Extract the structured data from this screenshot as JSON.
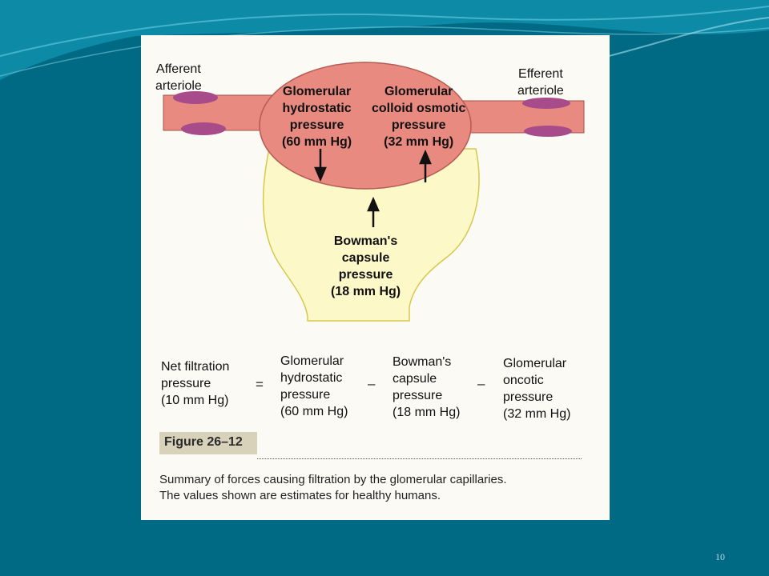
{
  "theme": {
    "background": "#006a85",
    "vessel_fill": "#e88a80",
    "capsule_fill": "#fcf8c8",
    "capsule_stroke": "#d7c84a"
  },
  "diagram": {
    "afferent_label": "Afferent\narteriole",
    "efferent_label": "Efferent\narteriole",
    "hydrostatic_label": "Glomerular\nhydrostatic\npressure\n(60 mm Hg)",
    "colloid_label": "Glomerular\ncolloid osmotic\npressure\n(32 mm Hg)",
    "bowman_label": "Bowman's\ncapsule\npressure\n(18 mm Hg)"
  },
  "equation": {
    "net": "Net filtration\npressure\n(10 mm Hg)",
    "equals": "=",
    "term1": "Glomerular\nhydrostatic\npressure\n(60 mm Hg)",
    "minus1": "–",
    "term2": "Bowman's\ncapsule\npressure\n(18 mm Hg)",
    "minus2": "–",
    "term3": "Glomerular\noncotic\npressure\n(32 mm Hg)"
  },
  "figure": {
    "tag": "Figure 26–12",
    "caption": "Summary of forces causing filtration by the glomerular capillaries.\nThe values shown are estimates for healthy humans."
  },
  "slide": {
    "number": "10"
  }
}
